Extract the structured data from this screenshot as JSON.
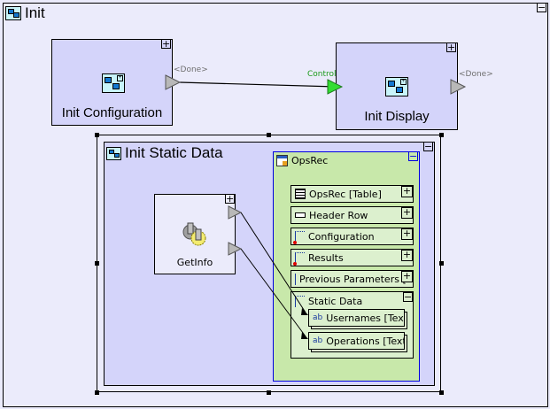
{
  "outer": {
    "title": "Init",
    "collapse_label": "−"
  },
  "blocks": {
    "init_configuration": {
      "label": "Init Configuration",
      "expand_label": "+",
      "output_port_label": "<Done>"
    },
    "init_display": {
      "label": "Init Display",
      "expand_label": "+",
      "input_port_label": "Control",
      "output_port_label": "<Done>"
    }
  },
  "init_static_data": {
    "title": "Init Static Data",
    "collapse_label": "−",
    "getinfo": {
      "label": "GetInfo",
      "expand_label": "+"
    },
    "opsrec": {
      "title": "OpsRec",
      "collapse_label": "−",
      "rows": [
        {
          "label": "OpsRec [Table]",
          "icon": "table-icon",
          "toggle": "+"
        },
        {
          "label": "Header Row",
          "icon": "header-row-icon",
          "toggle": "+"
        },
        {
          "label": "Configuration",
          "icon": "record-error-icon",
          "toggle": "+"
        },
        {
          "label": "Results",
          "icon": "record-error-icon",
          "toggle": "+"
        },
        {
          "label": "Previous Parameters [Par",
          "icon": "record-icon",
          "toggle": "+"
        },
        {
          "label": "Static Data",
          "icon": "record-icon",
          "toggle": "−"
        }
      ],
      "static_data_children": [
        {
          "label": "Usernames [Text]",
          "icon": "text-field-icon",
          "glyph": "ab"
        },
        {
          "label": "Operations [Text]",
          "icon": "text-field-icon",
          "glyph": "ab"
        }
      ]
    }
  },
  "colors": {
    "canvas": "#ebebfb",
    "block_fill": "#d4d4fa",
    "record_fill": "#c8e8aa",
    "record_row_fill": "#dcf0ce",
    "record_border": "#0000e0",
    "control_port": "#33dd33",
    "data_port": "#b8b8b8"
  }
}
